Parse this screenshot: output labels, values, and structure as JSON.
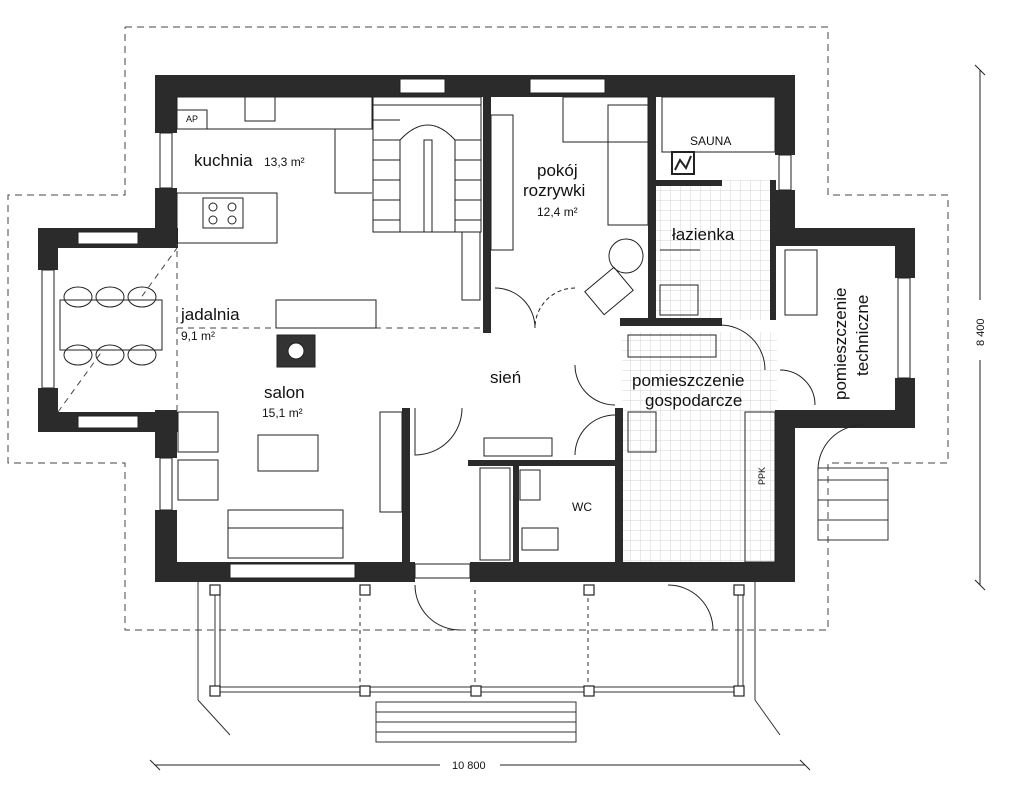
{
  "rooms": {
    "kuchnia": {
      "name": "kuchnia",
      "area": "13,3 m²"
    },
    "jadalnia": {
      "name": "jadalnia",
      "area": "9,1 m²"
    },
    "salon": {
      "name": "salon",
      "area": "15,1 m²"
    },
    "pokoj": {
      "name_line1": "pokój",
      "name_line2": "rozrywki",
      "area": "12,4 m²"
    },
    "lazienka": {
      "name": "łazienka"
    },
    "sauna": {
      "name": "SAUNA"
    },
    "sien": {
      "name": "sień"
    },
    "wc": {
      "name": "WC"
    },
    "gospodarcze": {
      "name_line1": "pomieszczenie",
      "name_line2": "gospodarcze"
    },
    "techniczne": {
      "name_line1": "pomieszczenie",
      "name_line2": "techniczne"
    }
  },
  "labels": {
    "ap": "AP",
    "ppk": "PPK"
  },
  "dimensions": {
    "width": "10 800",
    "height": "8 400"
  },
  "colors": {
    "wall": "#2b2b2b",
    "line": "#222222",
    "tile": "#c9c9c9"
  }
}
